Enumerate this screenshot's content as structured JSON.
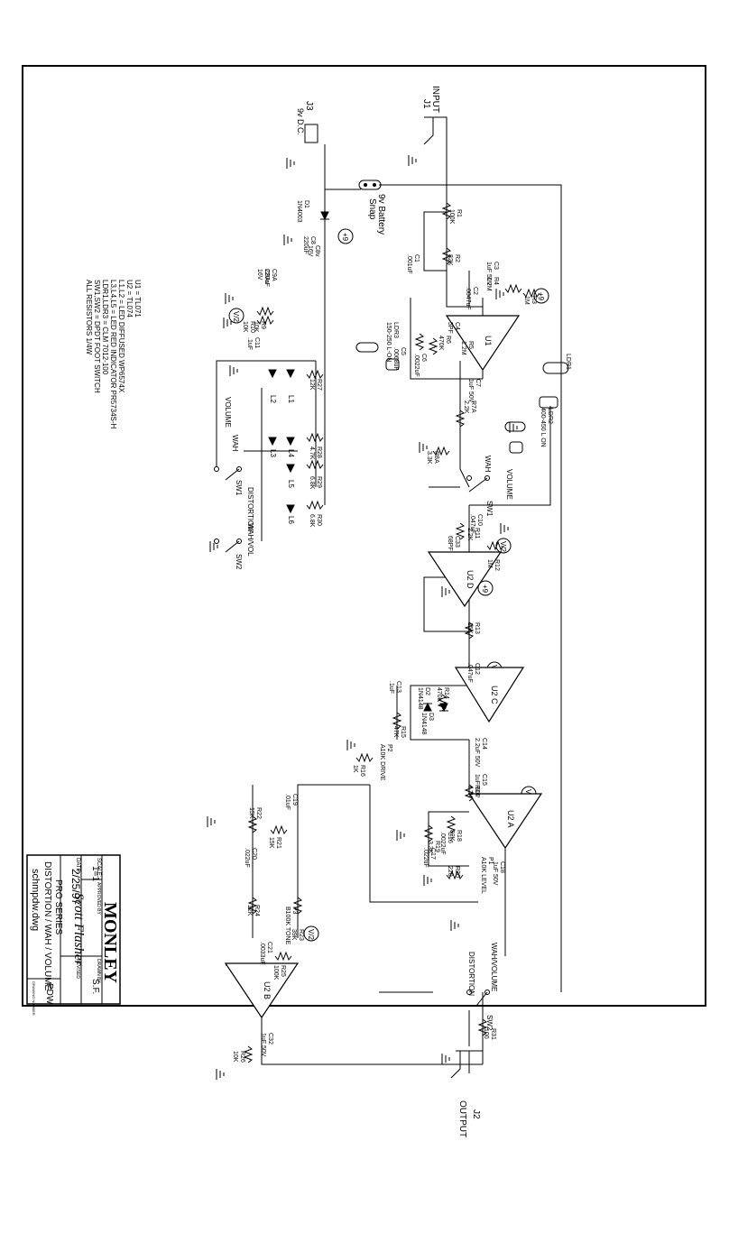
{
  "jacks": {
    "j1": "J1",
    "j1_label": "INPUT",
    "j3": "J3",
    "j3_label": "9v D.C.",
    "j2": "J2",
    "j2_label": "OUTPUT"
  },
  "battery": {
    "line1": "9v Battery",
    "line2": "Snap"
  },
  "power_symbol": "+9",
  "half_supply_symbol": "V/2",
  "components": [
    {
      "ref": "D1",
      "value": "1N4003"
    },
    {
      "ref": "C8",
      "value": "220uF"
    },
    {
      "ref": "C8v",
      "value": "16V"
    },
    {
      "ref": "C9A",
      "value": "220uF"
    },
    {
      "ref": "C9Av",
      "value": "16V"
    },
    {
      "ref": "R9",
      "value": "10K"
    },
    {
      "ref": "R10",
      "value": "10K"
    },
    {
      "ref": "C11",
      "value": ".1uF"
    },
    {
      "ref": "R1",
      "value": "100K"
    },
    {
      "ref": "R2",
      "value": "82K"
    },
    {
      "ref": "C1",
      "value": ".001uF"
    },
    {
      "ref": "C3",
      "value": "1uF 50V"
    },
    {
      "ref": "R4",
      "value": "1.2M"
    },
    {
      "ref": "R3",
      "value": "1M"
    },
    {
      "ref": "C2",
      "value": ".0047uF"
    },
    {
      "ref": "C4",
      "value": "5PF"
    },
    {
      "ref": "R5",
      "value": "1.2M"
    },
    {
      "ref": "R6",
      "value": "470K"
    },
    {
      "ref": "LDR3",
      "value": "150-250 L-ON"
    },
    {
      "ref": "C5",
      "value": ".0068uF"
    },
    {
      "ref": "C6",
      "value": ".0022uF"
    },
    {
      "ref": "C7",
      "value": "1uF 50V"
    },
    {
      "ref": "R7A",
      "value": "2.2K"
    },
    {
      "ref": "R8A",
      "value": "3.3K"
    },
    {
      "ref": "LDR1",
      "value": ""
    },
    {
      "ref": "LDR2",
      "value": "400-450 L ON"
    },
    {
      "ref": "C10",
      "value": ".047uF"
    },
    {
      "ref": "R11",
      "value": "2.2K"
    },
    {
      "ref": "R12",
      "value": "1M"
    },
    {
      "ref": "C33",
      "value": "68PF"
    },
    {
      "ref": "R13",
      "value": "15K"
    },
    {
      "ref": "C12",
      "value": ".047uF"
    },
    {
      "ref": "R14",
      "value": "470K"
    },
    {
      "ref": "D2",
      "value": "1N4148"
    },
    {
      "ref": "D3",
      "value": "1N4148"
    },
    {
      "ref": "C13",
      "value": ".1uF"
    },
    {
      "ref": "R15",
      "value": "47K"
    },
    {
      "ref": "P2",
      "value": "A10K DRIVE"
    },
    {
      "ref": "R16",
      "value": "1K"
    },
    {
      "ref": "C14",
      "value": "2.2uF 50V"
    },
    {
      "ref": "C15",
      "value": "1uF 50V"
    },
    {
      "ref": "R17",
      "value": "4.7K"
    },
    {
      "ref": "R18",
      "value": "82K"
    },
    {
      "ref": "R19",
      "value": "3.3K"
    },
    {
      "ref": "C16",
      "value": ".0022uF"
    },
    {
      "ref": "C17",
      "value": ".022uF"
    },
    {
      "ref": "C18",
      "value": "1uF 50V"
    },
    {
      "ref": "P1",
      "value": "A10K LEVEL"
    },
    {
      "ref": "R20",
      "value": "220"
    },
    {
      "ref": "C19",
      "value": ".01uF"
    },
    {
      "ref": "R21",
      "value": "15K"
    },
    {
      "ref": "R22",
      "value": "15K"
    },
    {
      "ref": "C20",
      "value": ".022uF"
    },
    {
      "ref": "P3",
      "value": "B100K TONE"
    },
    {
      "ref": "R23",
      "value": "39K"
    },
    {
      "ref": "R24",
      "value": "12K"
    },
    {
      "ref": "C21",
      "value": ".0033uF"
    },
    {
      "ref": "R25",
      "value": "100K"
    },
    {
      "ref": "C32",
      "value": "1uF 50V"
    },
    {
      "ref": "R26",
      "value": "10K"
    },
    {
      "ref": "R31",
      "value": "100"
    },
    {
      "ref": "R27",
      "value": "12K"
    },
    {
      "ref": "R28",
      "value": "4.7K"
    },
    {
      "ref": "R29",
      "value": "6.8K"
    },
    {
      "ref": "R30",
      "value": "6.8K"
    }
  ],
  "opamps": {
    "u1": "U1",
    "u2d": "U2 D",
    "u2c": "U2 C",
    "u2a": "U2 A",
    "u2b": "U2 B"
  },
  "leds": [
    "L1",
    "L2",
    "L3",
    "L4",
    "L5",
    "L6"
  ],
  "led_groups": [
    "VOLUME",
    "WAH",
    "DISTORTION"
  ],
  "switch": {
    "sw1": "SW1",
    "sw2": "SW2",
    "wah_vol": "WAH/VOL",
    "volume": "VOLUME",
    "wah": "WAH",
    "wah_volume": "WAH/VOLUME",
    "distortion": "DISTORTION"
  },
  "parts_notes": [
    "U1 = TL071",
    "U2 = TL074",
    "L1,L2 = LED DIFFUSED WP6574X",
    "L3,L4,L5 = LED RED INDICATOR PR5734S-H",
    "LDR1,LDR3 = CLM 7012-100",
    "SW1,SW2 = DPDT FOOT SWITCH",
    "ALL RESISTORS 1/4W"
  ],
  "title_block": {
    "logo": "MONLEY",
    "scale_label": "SCALE:",
    "scale_value": "1=1",
    "date_label": "DATE:",
    "date_value": "2/25/97",
    "approved_label": "APPROVED BY",
    "approved_value": "Scott Flasher",
    "drawn_label": "DRAWN BY",
    "drawn_value": "S.F.",
    "revised_label": "REVISED",
    "title_line1": "PRO SERIES",
    "title_line2": "DISTORTION / WAH / VOLUME",
    "filename": "schmpdw.dwg",
    "model": "PDW",
    "drawing_number_label": "DRAWING NUMBER"
  }
}
